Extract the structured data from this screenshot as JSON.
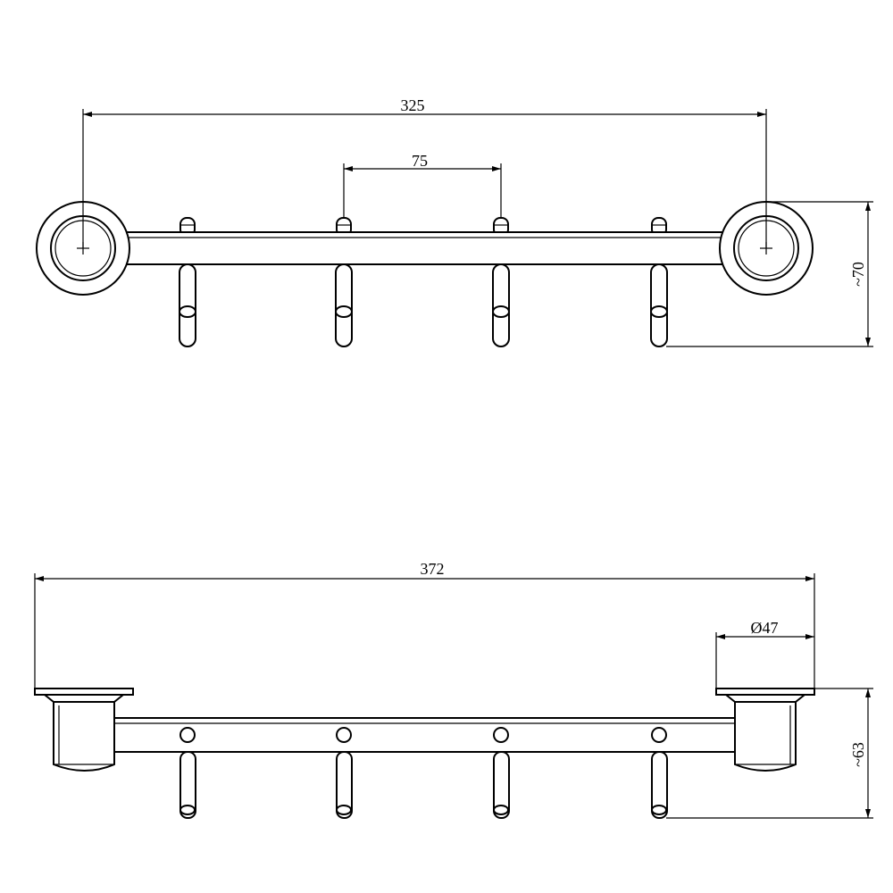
{
  "dimensions": {
    "top_overall_width": "325",
    "hook_spacing": "75",
    "top_height": "~70",
    "bottom_overall_length": "372",
    "flange_diameter": "Ø47",
    "bottom_height": "~63"
  },
  "views": {
    "top": {
      "hooks": 4
    },
    "bottom": {
      "hooks": 4
    }
  }
}
